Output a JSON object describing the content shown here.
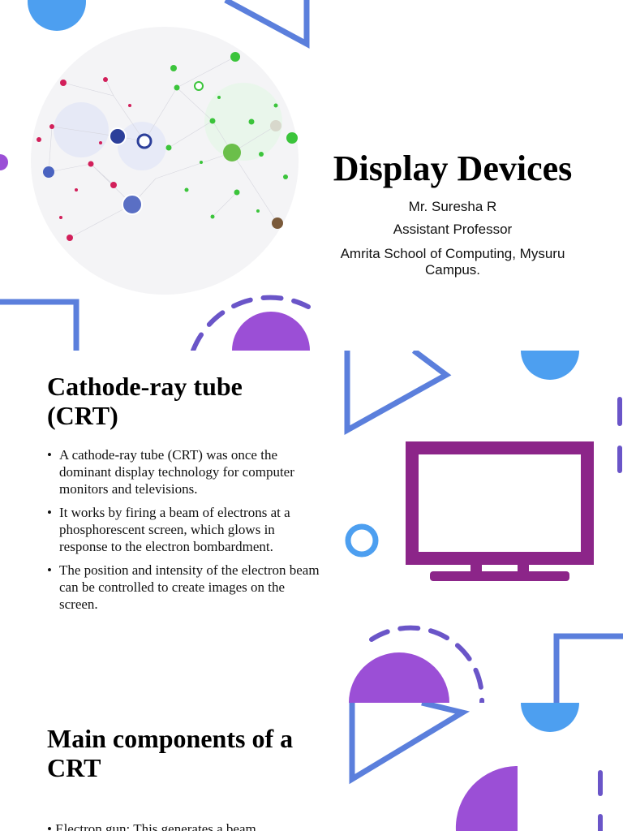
{
  "slide1": {
    "title": "Display Devices",
    "author": "Mr. Suresha R",
    "role": "Assistant Professor",
    "affiliation": "Amrita School of Computing, Mysuru Campus."
  },
  "slide2": {
    "title": "Cathode-ray tube (CRT)",
    "bullets": [
      "A cathode-ray tube (CRT) was once the dominant display technology for computer monitors and televisions.",
      " It works by firing a beam of electrons at a phosphorescent screen, which glows in response to the electron bombardment.",
      "The position and intensity of the electron beam can be controlled to create images on the screen."
    ],
    "icon": "monitor-icon"
  },
  "slide3": {
    "title": "Main components of a CRT",
    "bullet_partial": "• Electron gun: This generates a beam"
  },
  "colors": {
    "blue": "#4d9ff0",
    "indigo": "#5b7fdc",
    "purple": "#9b4fd6",
    "dash": "#6a55c8",
    "monitor": "#8c2589"
  }
}
